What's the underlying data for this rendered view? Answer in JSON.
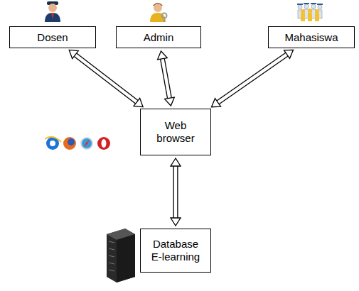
{
  "diagram": {
    "nodes": [
      {
        "text": [
          "Dosen"
        ]
      },
      {
        "text": [
          "Admin"
        ]
      },
      {
        "text": [
          "Mahasiswa"
        ]
      },
      {
        "text": [
          "Web browser"
        ]
      },
      {
        "text": [
          "Database E-learning"
        ]
      }
    ],
    "edges": [
      {
        "from": 0,
        "to": 3,
        "arrow": "both"
      },
      {
        "from": 1,
        "to": 3,
        "arrow": "both"
      },
      {
        "from": 2,
        "to": 3,
        "arrow": "both"
      },
      {
        "from": 3,
        "to": 4,
        "arrow": "both"
      }
    ]
  }
}
